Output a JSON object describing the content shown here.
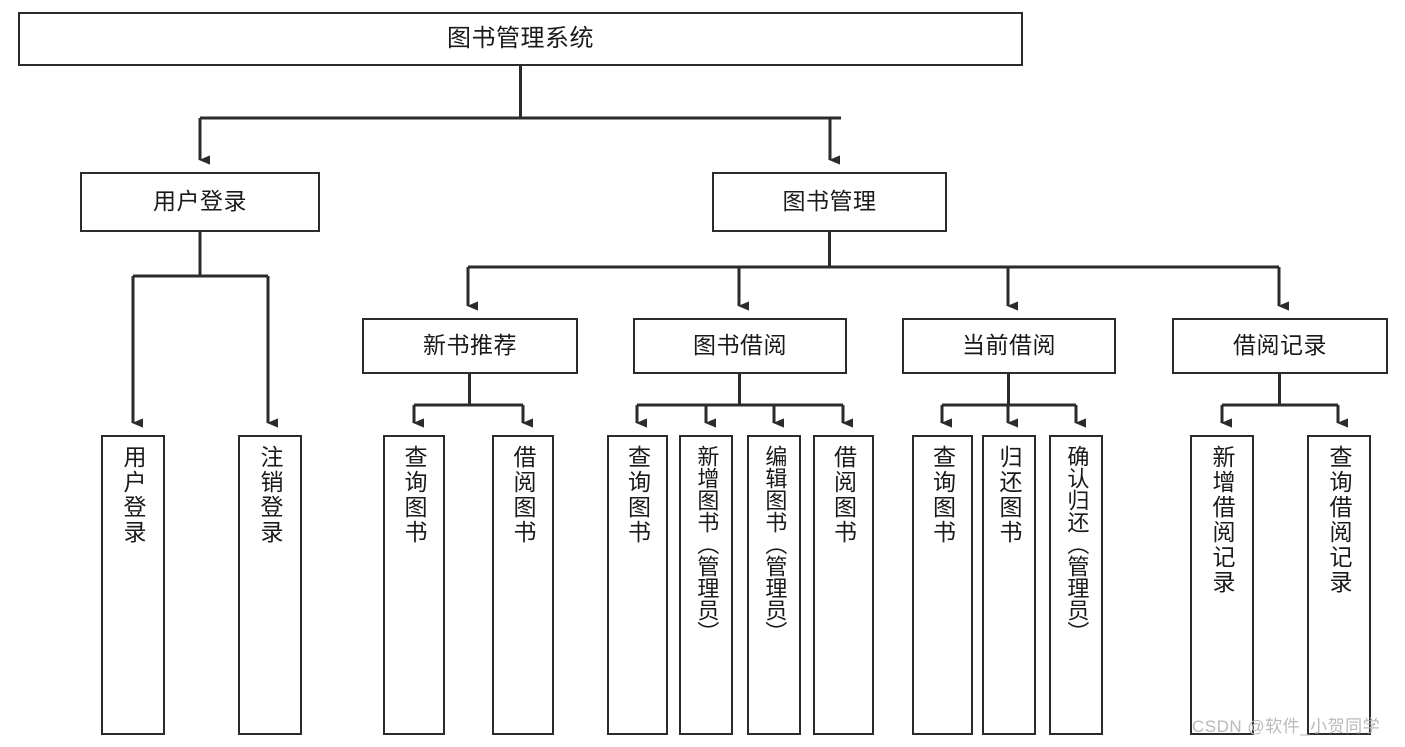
{
  "diagram": {
    "title": "图书管理系统",
    "root": {
      "label": "图书管理系统"
    },
    "level2": [
      {
        "label": "用户登录"
      },
      {
        "label": "图书管理"
      }
    ],
    "level3": [
      {
        "label": "新书推荐"
      },
      {
        "label": "图书借阅"
      },
      {
        "label": "当前借阅"
      },
      {
        "label": "借阅记录"
      }
    ],
    "leaves": {
      "user_login": [
        {
          "label": "用户登录"
        },
        {
          "label": "注销登录"
        }
      ],
      "new_book": [
        {
          "label": "查询图书"
        },
        {
          "label": "借阅图书"
        }
      ],
      "borrow": [
        {
          "label": "查询图书"
        },
        {
          "label": "新增图书（管理员）"
        },
        {
          "label": "编辑图书（管理员）"
        },
        {
          "label": "借阅图书"
        }
      ],
      "current": [
        {
          "label": "查询图书"
        },
        {
          "label": "归还图书"
        },
        {
          "label": "确认归还（管理员）"
        }
      ],
      "records": [
        {
          "label": "新增借阅记录"
        },
        {
          "label": "查询借阅记录"
        }
      ]
    }
  },
  "watermark": {
    "text": "CSDN @软件_小贺同学"
  },
  "colors": {
    "stroke": "#2b2b2b",
    "text": "#1a1a1a",
    "background": "#ffffff",
    "watermark": "#b9b9b9"
  }
}
